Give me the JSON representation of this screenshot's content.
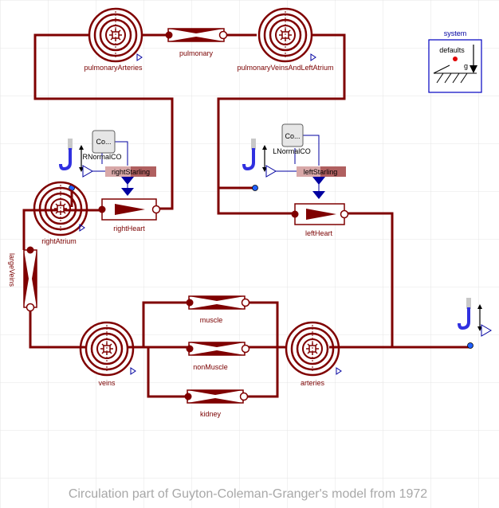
{
  "caption": "Circulation part of Guyton-Coleman-Granger's model from 1972",
  "components": {
    "pulmonaryArteries": "pulmonaryArteries",
    "pulmonary": "pulmonary",
    "pulmonaryVeins": "pulmonaryVeinsAndLeftAtrium",
    "system": "system",
    "defaults": "defaults",
    "g": "g",
    "rightAtrium": "rightAtrium",
    "rightHeart": "rightHeart",
    "rightStarling": "rightStarling",
    "rightCO": "Co...",
    "rightNormalCO": "RNormalCO",
    "leftHeart": "leftHeart",
    "leftStarling": "leftStarling",
    "leftCO": "Co...",
    "leftNormalCO": "LNormalCO",
    "largeVeins": "largeVeins",
    "muscle": "muscle",
    "nonMuscle": "nonMuscle",
    "kidney": "kidney",
    "veins": "veins",
    "arteries": "arteries"
  },
  "colors": {
    "wire": "#7f0000",
    "signal": "#0000a0",
    "grid": "#e4e4e4",
    "caption": "#a8a8a8"
  }
}
